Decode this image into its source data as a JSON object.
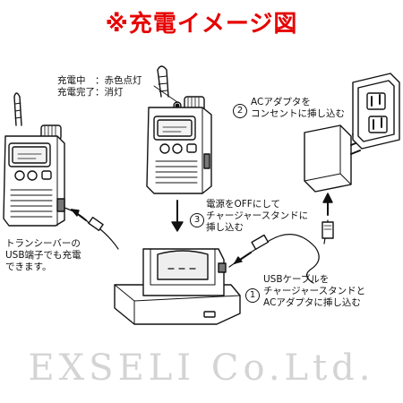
{
  "title": "※充電イメージ図",
  "charging_status": {
    "line1": "充電中　：赤色点灯",
    "line2": "充電完了：消灯"
  },
  "steps": [
    {
      "number": "1",
      "lines": [
        "USBケーブルを",
        "チャージャースタンドと",
        "ACアダプタに挿し込む"
      ]
    },
    {
      "number": "2",
      "lines": [
        "ACアダプタを",
        "コンセントに挿し込む"
      ]
    },
    {
      "number": "3",
      "lines": [
        "電源をOFFにして",
        "チャージャースタンドに",
        "挿し込む"
      ]
    }
  ],
  "usb_note": [
    "トランシーバーの",
    "USB端子でも充電",
    "できます。"
  ],
  "watermark": "EXSELI Co.Ltd."
}
